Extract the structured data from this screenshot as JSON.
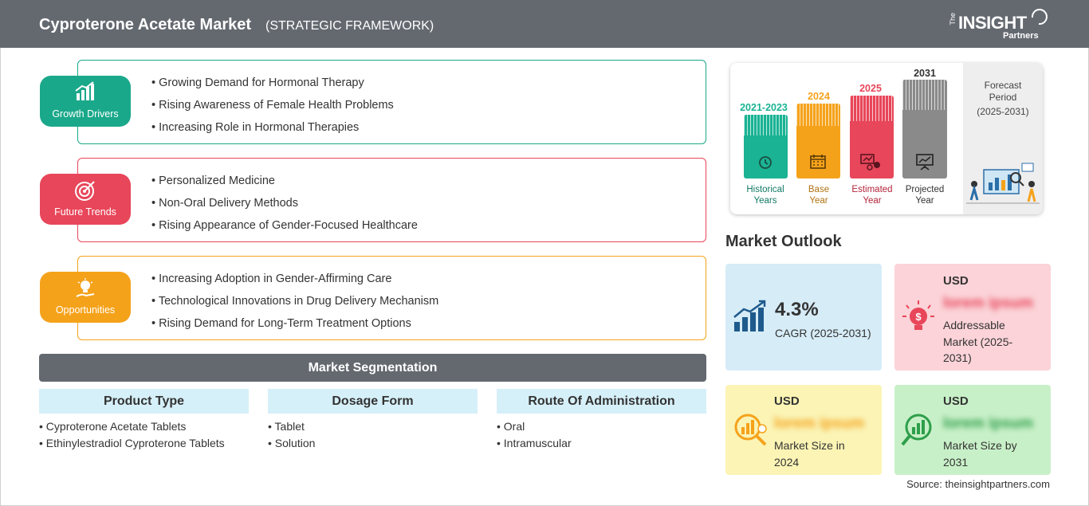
{
  "header": {
    "title": "Cyproterone Acetate Market",
    "subtitle": "(STRATEGIC FRAMEWORK)",
    "logo": {
      "the": "The",
      "insight": "INSIGHT",
      "partners": "Partners"
    }
  },
  "drivers": [
    {
      "label": "Growth Drivers",
      "color": "#1aa88a",
      "items": [
        "Growing Demand for Hormonal Therapy",
        "Rising Awareness of Female Health Problems",
        "Increasing Role in Hormonal Therapies"
      ]
    },
    {
      "label": "Future Trends",
      "color": "#e8465a",
      "items": [
        "Personalized Medicine",
        "Non-Oral Delivery Methods",
        "Rising Appearance of Gender-Focused Healthcare"
      ]
    },
    {
      "label": "Opportunities",
      "color": "#f5a21b",
      "items": [
        "Increasing Adoption in Gender-Affirming Care",
        "Technological Innovations in Drug Delivery Mechanism",
        "Rising Demand for Long-Term Treatment Options"
      ]
    }
  ],
  "segmentation": {
    "title": "Market Segmentation",
    "columns": [
      {
        "title": "Product Type",
        "items": [
          "Cyproterone Acetate Tablets",
          "Ethinylestradiol Cyproterone Tablets"
        ]
      },
      {
        "title": "Dosage Form",
        "items": [
          "Tablet",
          "Solution"
        ]
      },
      {
        "title": "Route Of Administration",
        "items": [
          "Oral",
          "Intramuscular"
        ]
      }
    ]
  },
  "timeline": {
    "bars": [
      {
        "year": "2021-2023",
        "label1": "Historical",
        "label2": "Years",
        "color": "#1ab394",
        "text_color": "#127a66",
        "icon": "history-clock-icon"
      },
      {
        "year": "2024",
        "label1": "Base",
        "label2": "Year",
        "color": "#f5a21b",
        "text_color": "#b07212",
        "icon": "calendar-icon"
      },
      {
        "year": "2025",
        "label1": "Estimated",
        "label2": "Year",
        "color": "#e8465a",
        "text_color": "#b3243a",
        "icon": "estimate-gears-icon"
      },
      {
        "year": "2031",
        "label1": "Projected",
        "label2": "Year",
        "color": "#8a8a8a",
        "text_color": "#333333",
        "icon": "projection-board-icon"
      }
    ],
    "forecast": {
      "line1": "Forecast",
      "line2": "Period",
      "line3": "(2025-2031)"
    }
  },
  "outlook": {
    "title": "Market Outlook",
    "cagr": {
      "value": "4.3%",
      "label": "CAGR (2025-2031)",
      "bg": "#d6ecf7"
    },
    "addressable": {
      "usd": "USD",
      "blurred": "lorem ipsum",
      "line1": "Addressable",
      "line2": "Market (2025-",
      "line3": "2031)",
      "bg": "#fbd3d8"
    },
    "size_2024": {
      "usd": "USD",
      "blurred": "lorem ipsum",
      "line1": "Market Size in",
      "line2": "2024",
      "bg": "#fbf4b5"
    },
    "size_2031": {
      "usd": "USD",
      "blurred": "lorem ipsum",
      "line1": "Market Size by",
      "line2": "2031",
      "bg": "#c8f0c8"
    }
  },
  "source": "Source: theinsightpartners.com"
}
